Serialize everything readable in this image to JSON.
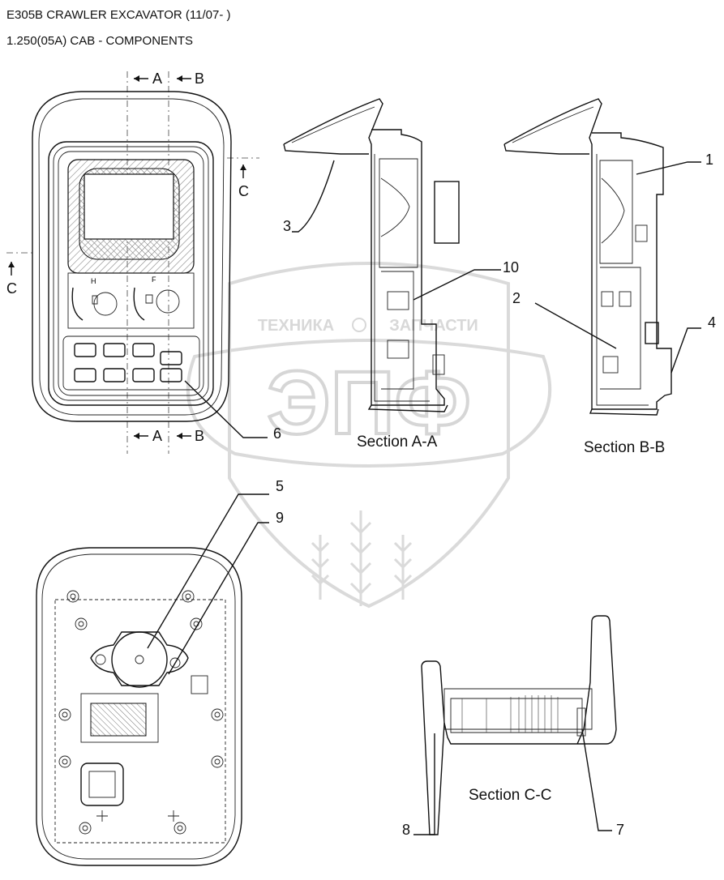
{
  "header": {
    "title": "E305B CRAWLER EXCAVATOR (11/07- )",
    "subtitle": "1.250(05A) CAB - COMPONENTS"
  },
  "section_marks": {
    "a": "A",
    "b": "B",
    "c": "C"
  },
  "sections": {
    "aa": "Section A-A",
    "bb": "Section B-B",
    "cc": "Section C-C"
  },
  "callouts": {
    "c1": "1",
    "c2": "2",
    "c3": "3",
    "c4": "4",
    "c5": "5",
    "c6": "6",
    "c7": "7",
    "c8": "8",
    "c9": "9",
    "c10": "10"
  },
  "watermark": {
    "line1": "ТЕХНИКА",
    "line2": "ЗАПЧАСТИ",
    "logo": "ЭПФ"
  },
  "colors": {
    "line": "#111111",
    "watermark": "#d8d8d8",
    "hatch": "#888888"
  }
}
